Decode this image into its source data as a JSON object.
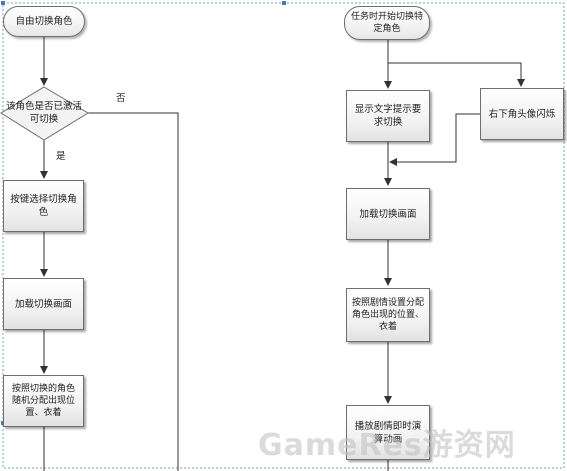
{
  "left_flow": {
    "start": "自由切换角色",
    "decision": "该角色是否已激活可切换",
    "yes_label": "是",
    "no_label": "否",
    "step1": "按键选择切换角色",
    "step2": "加载切换画面",
    "step3": "按照切换的角色随机分配出现位置、衣着"
  },
  "right_flow": {
    "start": "任务时开始切换特定角色",
    "step1": "显示文字提示要求切换",
    "side": "右下角头像闪烁",
    "step2": "加载切换画面",
    "step3": "按照剧情设置分配角色出现的位置、衣着",
    "step4": "播放剧情即时演算动画"
  },
  "watermark": "GameRes游资网"
}
